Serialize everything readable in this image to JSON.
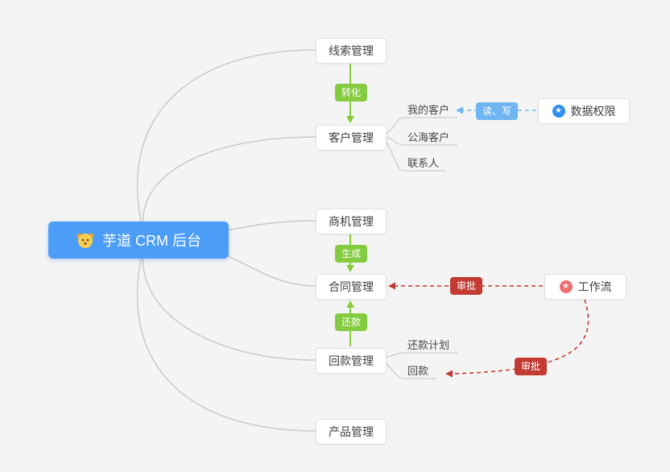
{
  "canvas": {
    "background": "#f4f4f4"
  },
  "root": {
    "label": "芋道 CRM 后台",
    "icon": "dog-icon",
    "bg_color": "#4b9df7"
  },
  "nodes": {
    "leads": {
      "label": "线索管理"
    },
    "customers": {
      "label": "客户管理"
    },
    "customers_children": [
      "我的客户",
      "公海客户",
      "联系人"
    ],
    "opportunity": {
      "label": "商机管理"
    },
    "contract": {
      "label": "合同管理"
    },
    "receivable": {
      "label": "回款管理"
    },
    "receivable_children": [
      "还款计划",
      "回款"
    ],
    "product": {
      "label": "产品管理"
    },
    "data_permission": {
      "label": "数据权限",
      "icon": "star-icon",
      "icon_color": "#2f8ef0"
    },
    "workflow": {
      "label": "工作流",
      "icon": "star-icon",
      "icon_color": "#f07070"
    }
  },
  "edges": {
    "convert": {
      "label": "转化",
      "color": "#84cb3f",
      "style": "solid-arrow"
    },
    "generate": {
      "label": "生成",
      "color": "#84cb3f",
      "style": "solid-arrow"
    },
    "repay": {
      "label": "还款",
      "color": "#84cb3f",
      "style": "solid-arrow"
    },
    "read_write": {
      "label": "读、写",
      "color": "#6fb6f2",
      "style": "dashed-arrow"
    },
    "approve_contract": {
      "label": "审批",
      "color": "#c23a31",
      "style": "dashed-arrow"
    },
    "approve_receivable": {
      "label": "审批",
      "color": "#c23a31",
      "style": "dashed-arrow"
    }
  },
  "icons": {
    "star_glyph": "★"
  }
}
